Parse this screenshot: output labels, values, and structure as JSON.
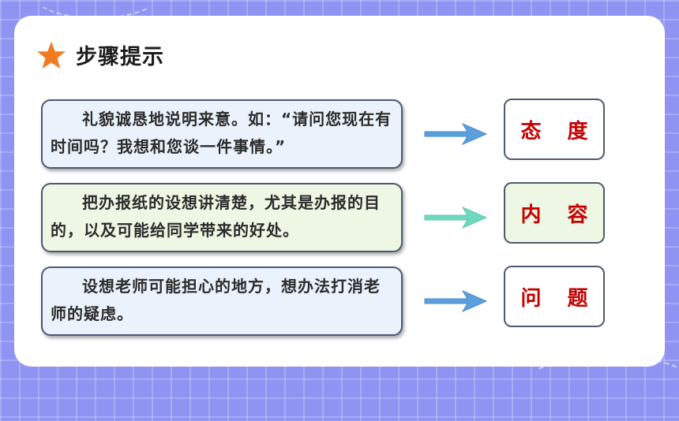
{
  "heading": {
    "title": "步骤提示",
    "icon": "star-icon",
    "icon_color": "#f07b22"
  },
  "steps": [
    {
      "text": "礼貌诚恳地说明来意。如：“请问您现在有时间吗？我想和您谈一件事情。”",
      "label": "态 度",
      "arrow_color": "#5b9fdc"
    },
    {
      "text": "把办报纸的设想讲清楚，尤其是办报的目的，以及可能给同学带来的好处。",
      "label": "内 容",
      "arrow_color": "#6fd9c0"
    },
    {
      "text": "设想老师可能担心的地方，想办法打消老师的疑虑。",
      "label": "问 题",
      "arrow_color": "#5b9fdc"
    }
  ],
  "colors": {
    "background": "#8f93f2",
    "label_text": "#c40000",
    "box_blue": "#eaf2fb",
    "box_green": "#eef6e4"
  }
}
